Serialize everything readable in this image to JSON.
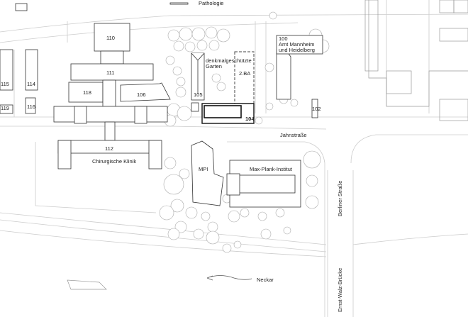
{
  "map": {
    "streets": {
      "pathologie": "Pathologie",
      "jahnstrasse": "Jahnstraße",
      "berliner_strasse": "Berliner Straße",
      "ernst_walz_bruecke": "Ernst-Walz-Brücke",
      "neckar": "Neckar"
    },
    "buildings": {
      "b110": "110",
      "b111": "111",
      "b118": "118",
      "b106": "106",
      "b105": "105",
      "b104": "104",
      "b2ba": "2.BA",
      "b100_num": "100",
      "b100_line1": "Amt Mannheim",
      "b100_line2": "und Heidelberg",
      "b102": "102",
      "b112": "112",
      "chirurgische": "Chirurgische Klinik",
      "mpi": "MPI",
      "max_planck": "Max-Plank-Institut",
      "b114": "114",
      "b115": "115",
      "b116": "116",
      "b119": "119",
      "garten_line1": "denkmalgeschützte",
      "garten_line2": "Garten"
    }
  }
}
